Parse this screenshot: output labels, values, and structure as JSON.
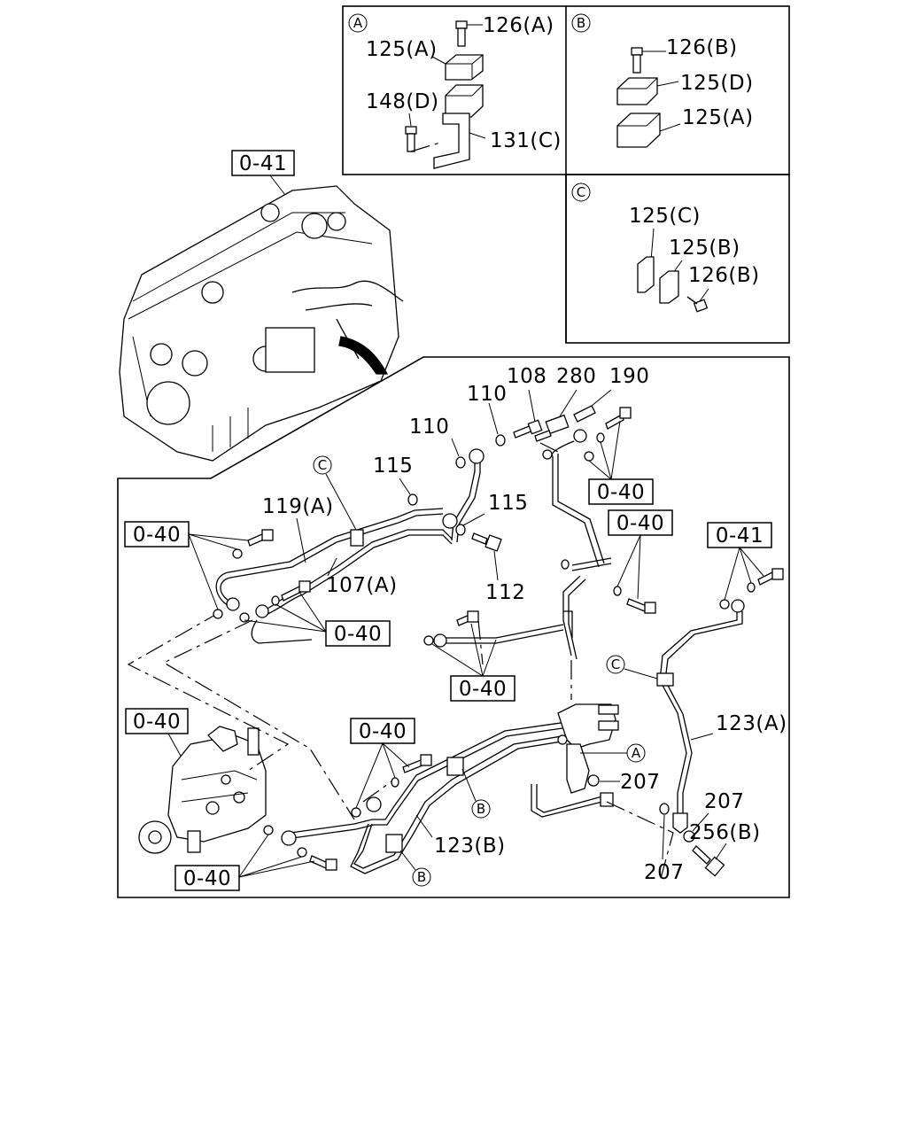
{
  "callouts": {
    "A": "A",
    "B": "B",
    "C": "C"
  },
  "refs": {
    "r041": "0-41",
    "r040": "0-40"
  },
  "parts": {
    "p126A": "126(A)",
    "p125A": "125(A)",
    "p148D": "148(D)",
    "p131C": "131(C)",
    "p126B": "126(B)",
    "p125D": "125(D)",
    "p125C": "125(C)",
    "p125B": "125(B)",
    "p108": "108",
    "p280": "280",
    "p190": "190",
    "p110": "110",
    "p115": "115",
    "p119A": "119(A)",
    "p107A": "107(A)",
    "p112": "112",
    "p123A": "123(A)",
    "p123B": "123(B)",
    "p207": "207",
    "p256B": "256(B)"
  }
}
